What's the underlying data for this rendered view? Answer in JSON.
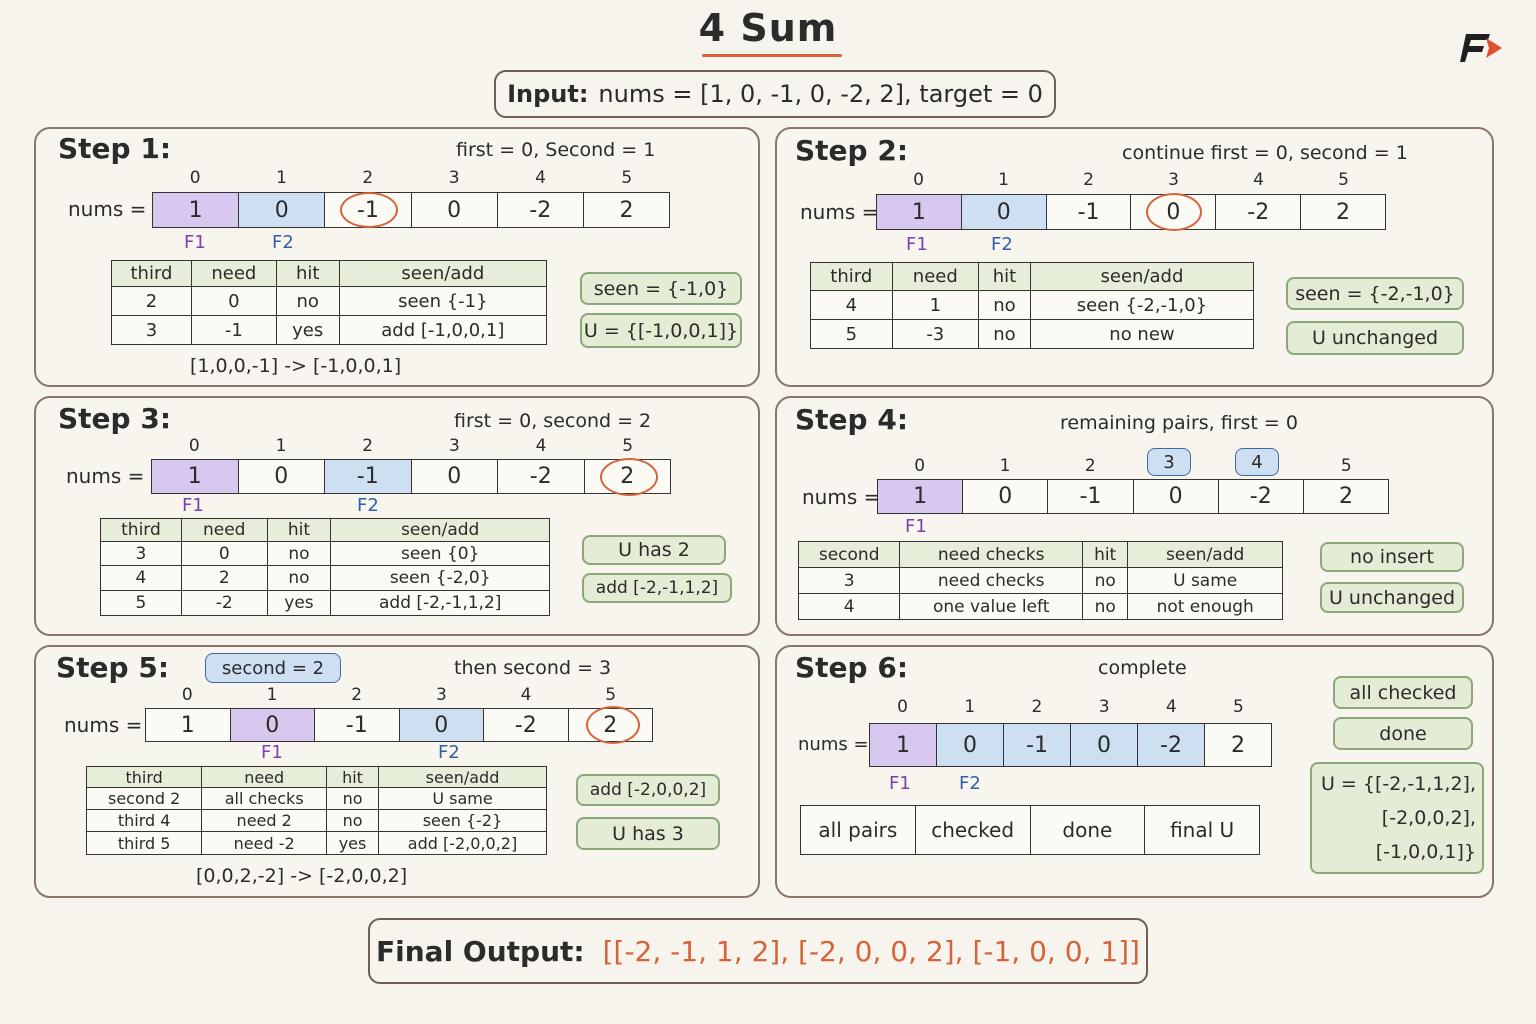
{
  "header": {
    "title": "4 Sum",
    "input_label": "Input:",
    "input_value": "nums = [1, 0, -1, 0, -2, 2], target = 0"
  },
  "nums_label": "nums =",
  "indices": [
    "0",
    "1",
    "2",
    "3",
    "4",
    "5"
  ],
  "step1": {
    "title": "Step 1:",
    "note": "first = 0, Second = 1",
    "values": [
      "1",
      "0",
      "-1",
      "0",
      "-2",
      "2"
    ],
    "f1": "F1",
    "f2": "F2",
    "headers": [
      "third",
      "need",
      "hit",
      "seen/add"
    ],
    "rows": [
      [
        "2",
        "0",
        "no",
        "seen {-1}"
      ],
      [
        "3",
        "-1",
        "yes",
        "add [-1,0,0,1]"
      ]
    ],
    "badge1": "seen = {-1,0}",
    "badge2": "U = {[-1,0,0,1]}",
    "caption": "[1,0,0,-1] -> [-1,0,0,1]"
  },
  "step2": {
    "title": "Step 2:",
    "note": "continue first = 0, second = 1",
    "values": [
      "1",
      "0",
      "-1",
      "0",
      "-2",
      "2"
    ],
    "f1": "F1",
    "f2": "F2",
    "headers": [
      "third",
      "need",
      "hit",
      "seen/add"
    ],
    "rows": [
      [
        "4",
        "1",
        "no",
        "seen {-2,-1,0}"
      ],
      [
        "5",
        "-3",
        "no",
        "no new"
      ]
    ],
    "badge1": "seen = {-2,-1,0}",
    "badge2": "U unchanged"
  },
  "step3": {
    "title": "Step 3:",
    "note": "first = 0, second = 2",
    "values": [
      "1",
      "0",
      "-1",
      "0",
      "-2",
      "2"
    ],
    "f1": "F1",
    "f2": "F2",
    "headers": [
      "third",
      "need",
      "hit",
      "seen/add"
    ],
    "rows": [
      [
        "3",
        "0",
        "no",
        "seen {0}"
      ],
      [
        "4",
        "2",
        "no",
        "seen {-2,0}"
      ],
      [
        "5",
        "-2",
        "yes",
        "add [-2,-1,1,2]"
      ]
    ],
    "badge1": "U has 2",
    "badge2": "add [-2,-1,1,2]"
  },
  "step4": {
    "title": "Step 4:",
    "note": "remaining pairs, first = 0",
    "values": [
      "1",
      "0",
      "-1",
      "0",
      "-2",
      "2"
    ],
    "f1": "F1",
    "idx_box_3": "3",
    "idx_box_4": "4",
    "headers": [
      "second",
      "need checks",
      "hit",
      "seen/add"
    ],
    "rows": [
      [
        "3",
        "need checks",
        "no",
        "U same"
      ],
      [
        "4",
        "one value left",
        "no",
        "not enough"
      ]
    ],
    "badge1": "no insert",
    "badge2": "U unchanged"
  },
  "step5": {
    "title": "Step 5:",
    "pill": "second = 2",
    "note": "then second = 3",
    "values": [
      "1",
      "0",
      "-1",
      "0",
      "-2",
      "2"
    ],
    "f1": "F1",
    "f2": "F2",
    "headers": [
      "third",
      "need",
      "hit",
      "seen/add"
    ],
    "rows": [
      [
        "second 2",
        "all checks",
        "no",
        "U same"
      ],
      [
        "third 4",
        "need 2",
        "no",
        "seen {-2}"
      ],
      [
        "third 5",
        "need -2",
        "yes",
        "add [-2,0,0,2]"
      ]
    ],
    "badge1": "add [-2,0,0,2]",
    "badge2": "U has 3",
    "caption": "[0,0,2,-2] -> [-2,0,0,2]"
  },
  "step6": {
    "title": "Step 6:",
    "note": "complete",
    "values": [
      "1",
      "0",
      "-1",
      "0",
      "-2",
      "2"
    ],
    "f1": "F1",
    "f2": "F2",
    "bottom": [
      "all pairs",
      "checked",
      "done",
      "final U"
    ],
    "badge1": "all checked",
    "badge2": "done",
    "u_lines": [
      "U = {[-2,-1,1,2],",
      "[-2,0,0,2],",
      "[-1,0,0,1]}"
    ]
  },
  "final": {
    "label": "Final Output:",
    "value": "[[-2, -1, 1, 2], [-2, 0, 0, 2], [-1, 0, 0, 1]]"
  },
  "colors": {
    "accent": "#d8623a",
    "f1_purple": "#d8c8ef",
    "f2_blue": "#cfdff2",
    "green_badge": "#e4ecd6"
  }
}
